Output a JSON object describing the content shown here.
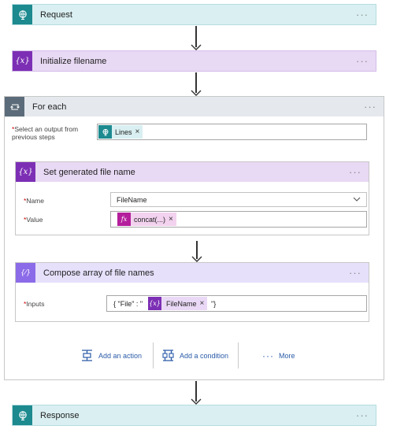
{
  "request": {
    "title": "Request",
    "more": "···"
  },
  "init_filename": {
    "title": "Initialize filename",
    "more": "···"
  },
  "for_each": {
    "title": "For each",
    "more": "···",
    "select_label_line1": "Select an output from",
    "select_label_line2": "previous steps",
    "select_token": "Lines",
    "token_remove": "×",
    "set_name": {
      "title": "Set generated file name",
      "more": "···",
      "name_label": "Name",
      "name_value": "FileName",
      "value_label": "Value",
      "value_token": "concat(...)",
      "token_remove": "×"
    },
    "compose": {
      "title": "Compose array of file names",
      "more": "···",
      "inputs_label": "Inputs",
      "prefix": "{ \"File\" : \"",
      "token": "FileName",
      "token_remove": "×",
      "suffix": "\"}"
    },
    "actions": {
      "add_action": "Add an action",
      "add_condition": "Add a condition",
      "more": "More",
      "more_dots": "···"
    }
  },
  "response": {
    "title": "Response",
    "more": "···"
  },
  "required_marker": "*",
  "colors": {
    "teal": "#1c8a8f",
    "purple": "#7c2fb4",
    "lavender": "#8c6be8",
    "loop_gray": "#5b6b79",
    "link_blue": "#2a5ba8",
    "fx_pink": "#b41f9c"
  }
}
